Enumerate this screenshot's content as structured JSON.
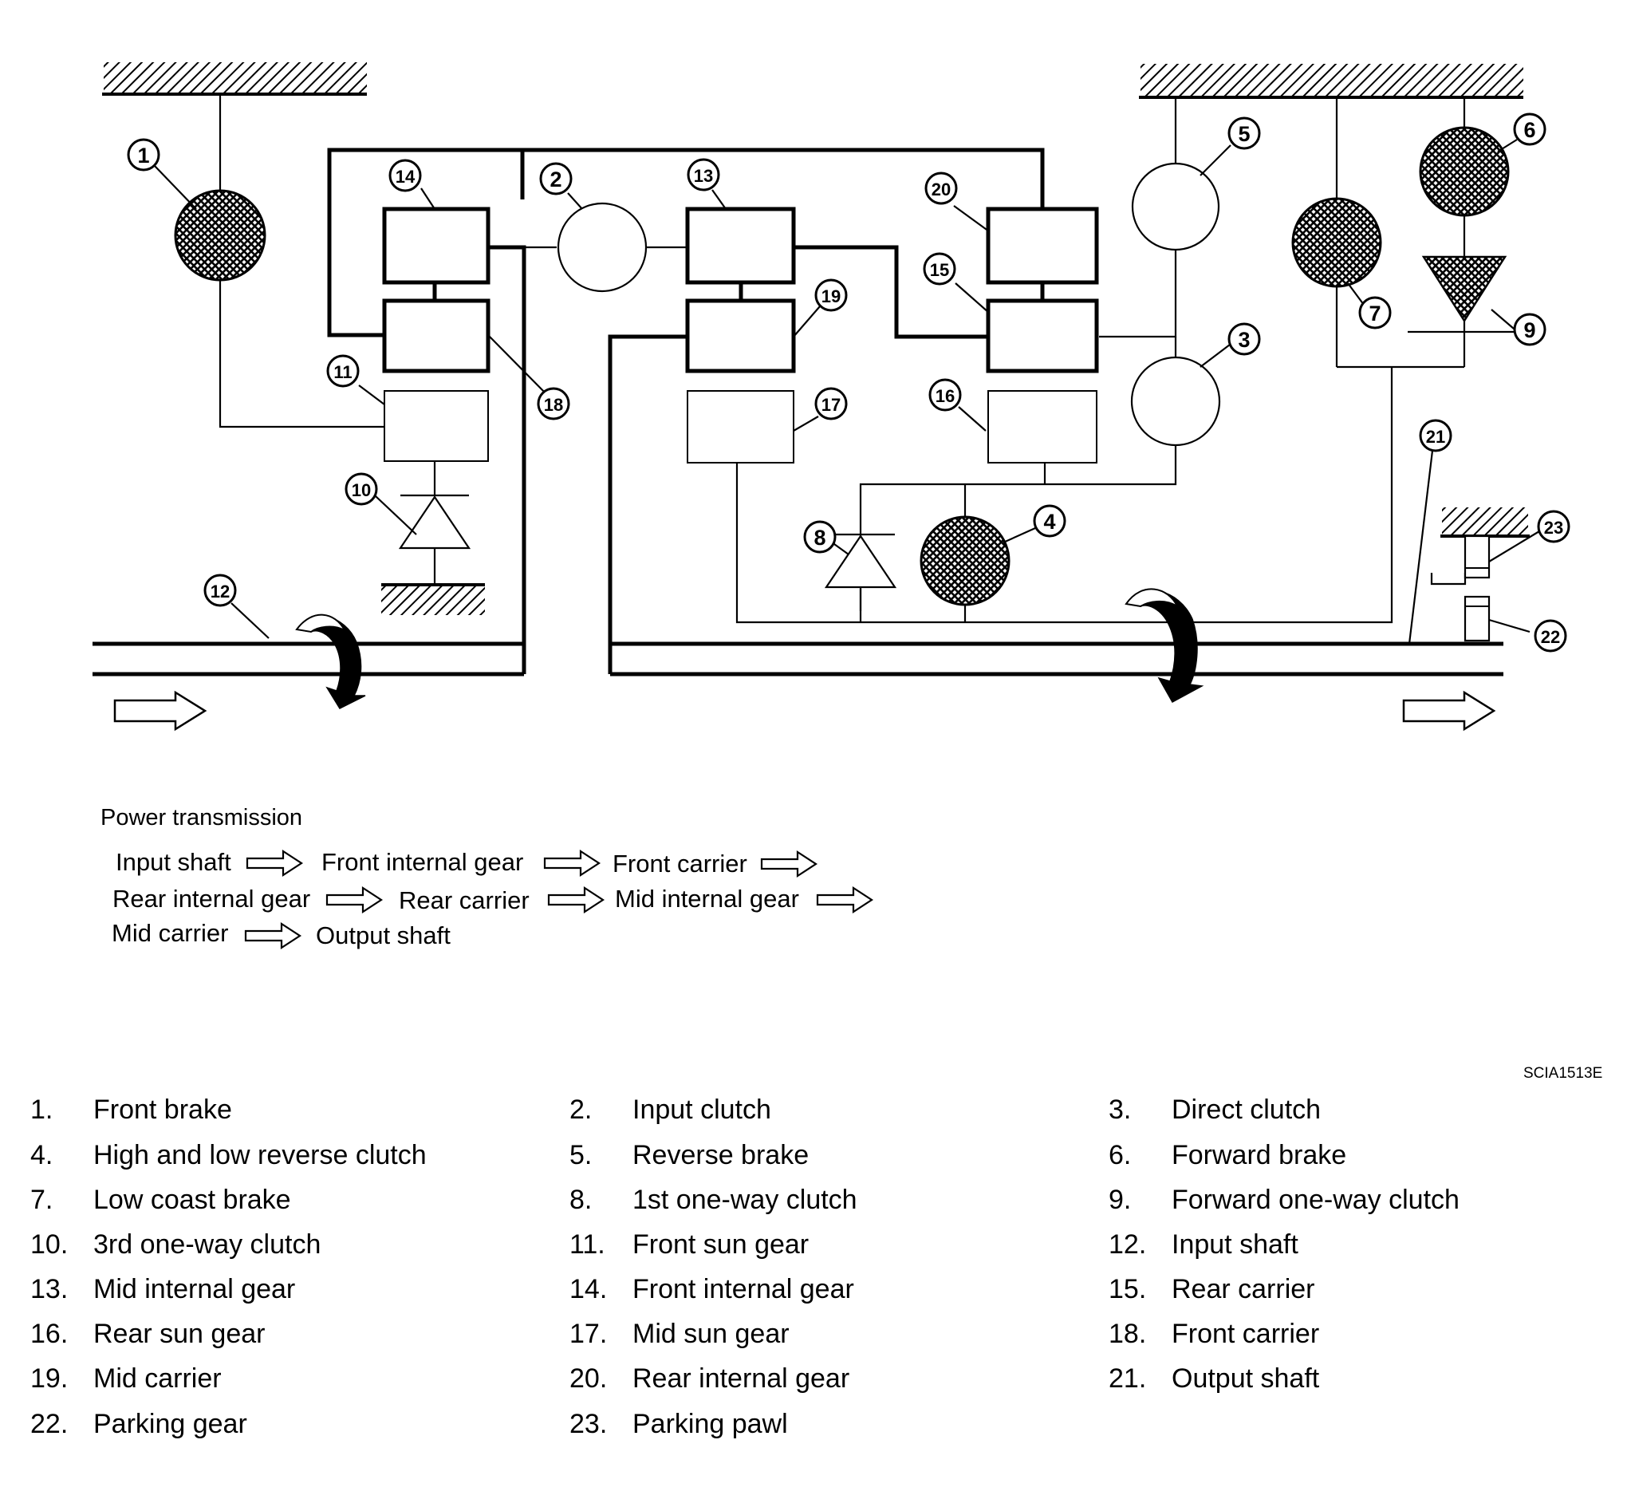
{
  "callouts": {
    "1": "1",
    "2": "2",
    "3": "3",
    "4": "4",
    "5": "5",
    "6": "6",
    "7": "7",
    "8": "8",
    "9": "9",
    "10": "10",
    "11": "11",
    "12": "12",
    "13": "13",
    "14": "14",
    "15": "15",
    "16": "16",
    "17": "17",
    "18": "18",
    "19": "19",
    "20": "20",
    "21": "21",
    "22": "22",
    "23": "23"
  },
  "power_transmission": {
    "title": "Power transmission",
    "steps": [
      "Input shaft",
      "Front internal gear",
      "Front carrier",
      "Rear internal gear",
      "Rear carrier",
      "Mid internal gear",
      "Mid carrier",
      "Output shaft"
    ]
  },
  "figure_code": "SCIA1513E",
  "legend": [
    {
      "num": "1.",
      "label": "Front brake"
    },
    {
      "num": "2.",
      "label": "Input clutch"
    },
    {
      "num": "3.",
      "label": "Direct clutch"
    },
    {
      "num": "4.",
      "label": "High and low reverse clutch"
    },
    {
      "num": "5.",
      "label": "Reverse brake"
    },
    {
      "num": "6.",
      "label": "Forward brake"
    },
    {
      "num": "7.",
      "label": "Low coast brake"
    },
    {
      "num": "8.",
      "label": "1st one-way clutch"
    },
    {
      "num": "9.",
      "label": "Forward one-way clutch"
    },
    {
      "num": "10.",
      "label": "3rd one-way clutch"
    },
    {
      "num": "11.",
      "label": "Front sun gear"
    },
    {
      "num": "12.",
      "label": "Input shaft"
    },
    {
      "num": "13.",
      "label": "Mid internal gear"
    },
    {
      "num": "14.",
      "label": "Front internal gear"
    },
    {
      "num": "15.",
      "label": "Rear carrier"
    },
    {
      "num": "16.",
      "label": "Rear sun gear"
    },
    {
      "num": "17.",
      "label": "Mid sun gear"
    },
    {
      "num": "18.",
      "label": "Front carrier"
    },
    {
      "num": "19.",
      "label": "Mid carrier"
    },
    {
      "num": "20.",
      "label": "Rear internal gear"
    },
    {
      "num": "21.",
      "label": "Output shaft"
    },
    {
      "num": "22.",
      "label": "Parking gear"
    },
    {
      "num": "23.",
      "label": "Parking pawl"
    }
  ]
}
